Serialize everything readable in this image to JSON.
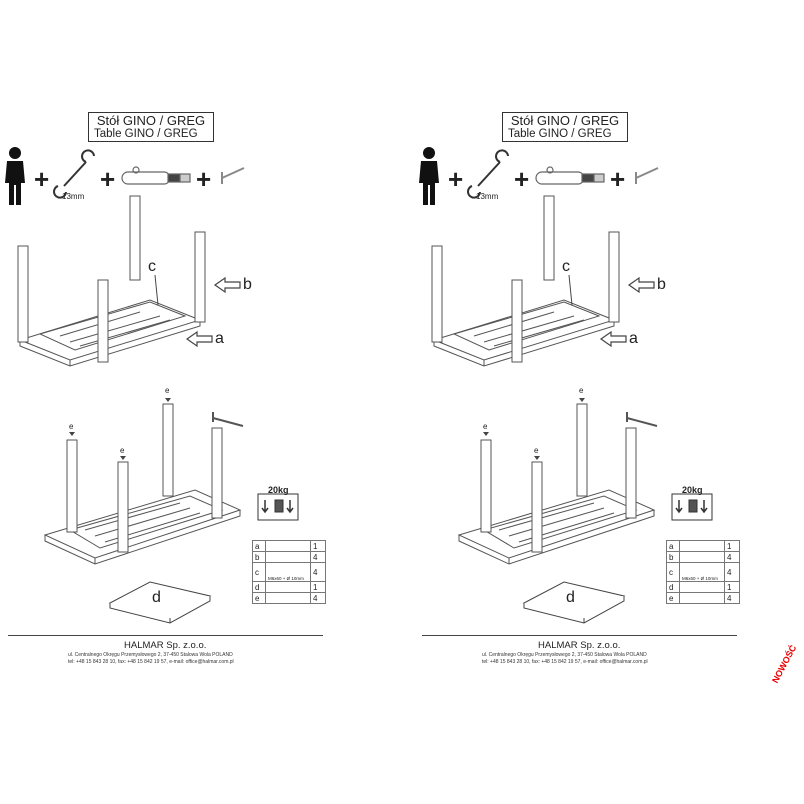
{
  "sheets": [
    {
      "title_pl": "Stół GINO / GREG",
      "title_en": "Table GINO / GREG",
      "wrench_size": "13mm",
      "label_a": "a",
      "label_b": "b",
      "label_c": "c",
      "label_d": "d",
      "label_e": "e",
      "weight": "20kg",
      "parts": [
        {
          "letter": "a",
          "qty": "1"
        },
        {
          "letter": "b",
          "qty": "4"
        },
        {
          "letter": "c",
          "spec": "M6x60 + Ø 10mm",
          "qty": "4"
        },
        {
          "letter": "d",
          "qty": "1"
        },
        {
          "letter": "e",
          "qty": "4"
        }
      ],
      "company": "HALMAR Sp. z.o.o.",
      "address": "ul. Centralnego Okręgu Przemysłowego 2, 37-450 Stalowa Wola POLAND",
      "contact": "tel: +48 15 843 28 10, fax: +48 15 842 19 57, e-mail: office@halmar.com.pl"
    },
    {
      "title_pl": "Stół GINO / GREG",
      "title_en": "Table GINO / GREG",
      "wrench_size": "13mm",
      "label_a": "a",
      "label_b": "b",
      "label_c": "c",
      "label_d": "d",
      "label_e": "e",
      "weight": "20kg",
      "parts": [
        {
          "letter": "a",
          "qty": "1"
        },
        {
          "letter": "b",
          "qty": "4"
        },
        {
          "letter": "c",
          "spec": "M6x60 + Ø 10mm",
          "qty": "4"
        },
        {
          "letter": "d",
          "qty": "1"
        },
        {
          "letter": "e",
          "qty": "4"
        }
      ],
      "company": "HALMAR Sp. z.o.o.",
      "address": "ul. Centralnego Okręgu Przemysłowego 2, 37-450 Stalowa Wola POLAND",
      "contact": "tel: +48 15 843 28 10, fax: +48 15 842 19 57, e-mail: office@halmar.com.pl"
    }
  ],
  "badge": "NOWOŚĆ",
  "icons": [
    "person-icon",
    "wrench-icon",
    "allen-key-pack-icon",
    "hex-key-icon",
    "arrow-icon",
    "weight-warning-icon"
  ]
}
